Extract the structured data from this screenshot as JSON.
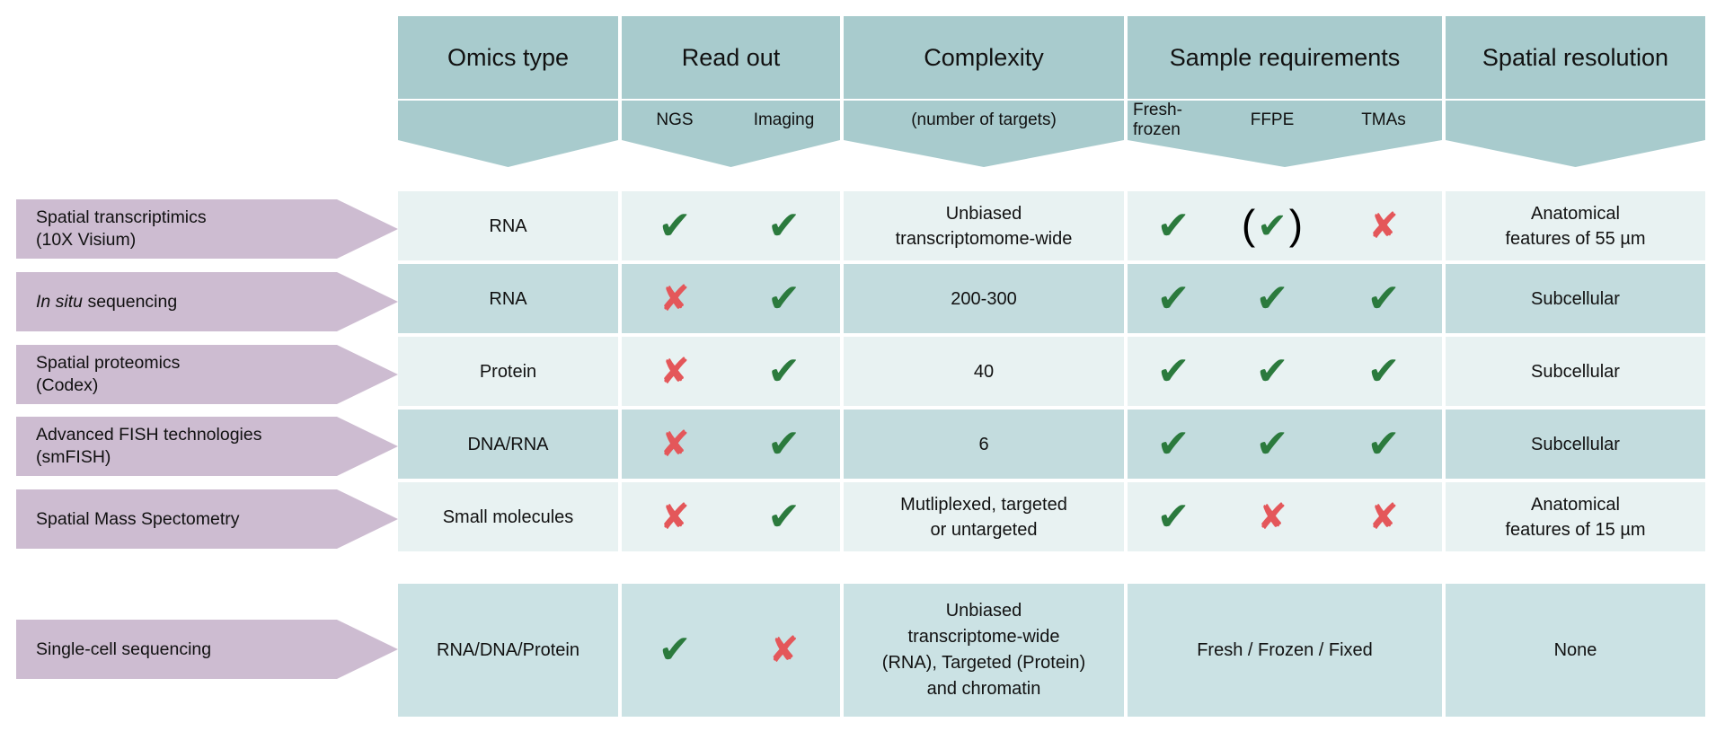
{
  "figure": {
    "type": "comparison-table",
    "colors": {
      "header_teal": "#a8cbcd",
      "row_dark": "#c3dcde",
      "row_light": "#e8f2f2",
      "single_cell_row": "#cbe2e4",
      "label_purple": "#cdbcd1",
      "check_green": "#2b7a3d",
      "cross_red": "#e4575a",
      "background": "#ffffff"
    }
  },
  "header": {
    "groups": [
      {
        "label": "Omics type",
        "sub": [
          ""
        ]
      },
      {
        "label": "Read out",
        "sub": [
          "NGS",
          "Imaging"
        ]
      },
      {
        "label": "Complexity",
        "sub": [
          "(number of targets)"
        ]
      },
      {
        "label": "Sample requirements",
        "sub": [
          "Fresh-frozen",
          "FFPE",
          "TMAs"
        ]
      },
      {
        "label": "Spatial resolution",
        "sub": [
          ""
        ]
      }
    ],
    "omics_type": "Omics type",
    "read_out": "Read out",
    "ngs": "NGS",
    "imaging": "Imaging",
    "complexity": "Complexity",
    "complexity_sub": "(number of targets)",
    "sample_requirements": "Sample requirements",
    "fresh_frozen_line1": "Fresh-",
    "fresh_frozen_line2": "frozen",
    "ffpe": "FFPE",
    "tmas": "TMAs",
    "spatial_resolution": "Spatial resolution"
  },
  "rows": [
    {
      "label_line1": "Spatial transcriptimics",
      "label_line2": "(10X Visium)",
      "label_italic_prefix": "",
      "omics_type": "RNA",
      "ngs": "check",
      "imaging": "check",
      "complexity_line1": "Unbiased",
      "complexity_line2": "transcriptomome-wide",
      "fresh_frozen": "check",
      "ffpe": "check-paren",
      "tmas": "cross",
      "resolution_line1": "Anatomical",
      "resolution_line2": "features of 55 µm"
    },
    {
      "label_line1": "In situ sequencing",
      "label_line2": "",
      "label_italic_prefix": "In situ",
      "label_rest": " sequencing",
      "omics_type": "RNA",
      "ngs": "cross",
      "imaging": "check",
      "complexity_line1": "200-300",
      "complexity_line2": "",
      "fresh_frozen": "check",
      "ffpe": "check",
      "tmas": "check",
      "resolution_line1": "Subcellular",
      "resolution_line2": ""
    },
    {
      "label_line1": "Spatial proteomics",
      "label_line2": "(Codex)",
      "omics_type": "Protein",
      "ngs": "cross",
      "imaging": "check",
      "complexity_line1": "40",
      "complexity_line2": "",
      "fresh_frozen": "check",
      "ffpe": "check",
      "tmas": "check",
      "resolution_line1": "Subcellular",
      "resolution_line2": ""
    },
    {
      "label_line1": "Advanced FISH technologies",
      "label_line2": "(smFISH)",
      "omics_type": "DNA/RNA",
      "ngs": "cross",
      "imaging": "check",
      "complexity_line1": "6",
      "complexity_line2": "",
      "fresh_frozen": "check",
      "ffpe": "check",
      "tmas": "check",
      "resolution_line1": "Subcellular",
      "resolution_line2": ""
    },
    {
      "label_line1": "Spatial Mass Spectometry",
      "label_line2": "",
      "omics_type": "Small molecules",
      "ngs": "cross",
      "imaging": "check",
      "complexity_line1": "Mutliplexed, targeted",
      "complexity_line2": "or untargeted",
      "fresh_frozen": "check",
      "ffpe": "cross",
      "tmas": "cross",
      "resolution_line1": "Anatomical",
      "resolution_line2": "features of 15 µm"
    }
  ],
  "single_cell_row": {
    "label": "Single-cell sequencing",
    "omics_type": "RNA/DNA/Protein",
    "ngs": "check",
    "imaging": "cross",
    "complexity_line1": "Unbiased",
    "complexity_line2": "transcriptome-wide",
    "complexity_line3": "(RNA), Targeted (Protein)",
    "complexity_line4": "and chromatin",
    "sample_requirements": "Fresh / Frozen / Fixed",
    "resolution": "None"
  },
  "glyphs": {
    "check": "✔",
    "cross": "✘",
    "paren_open": "(",
    "paren_close": ")"
  }
}
